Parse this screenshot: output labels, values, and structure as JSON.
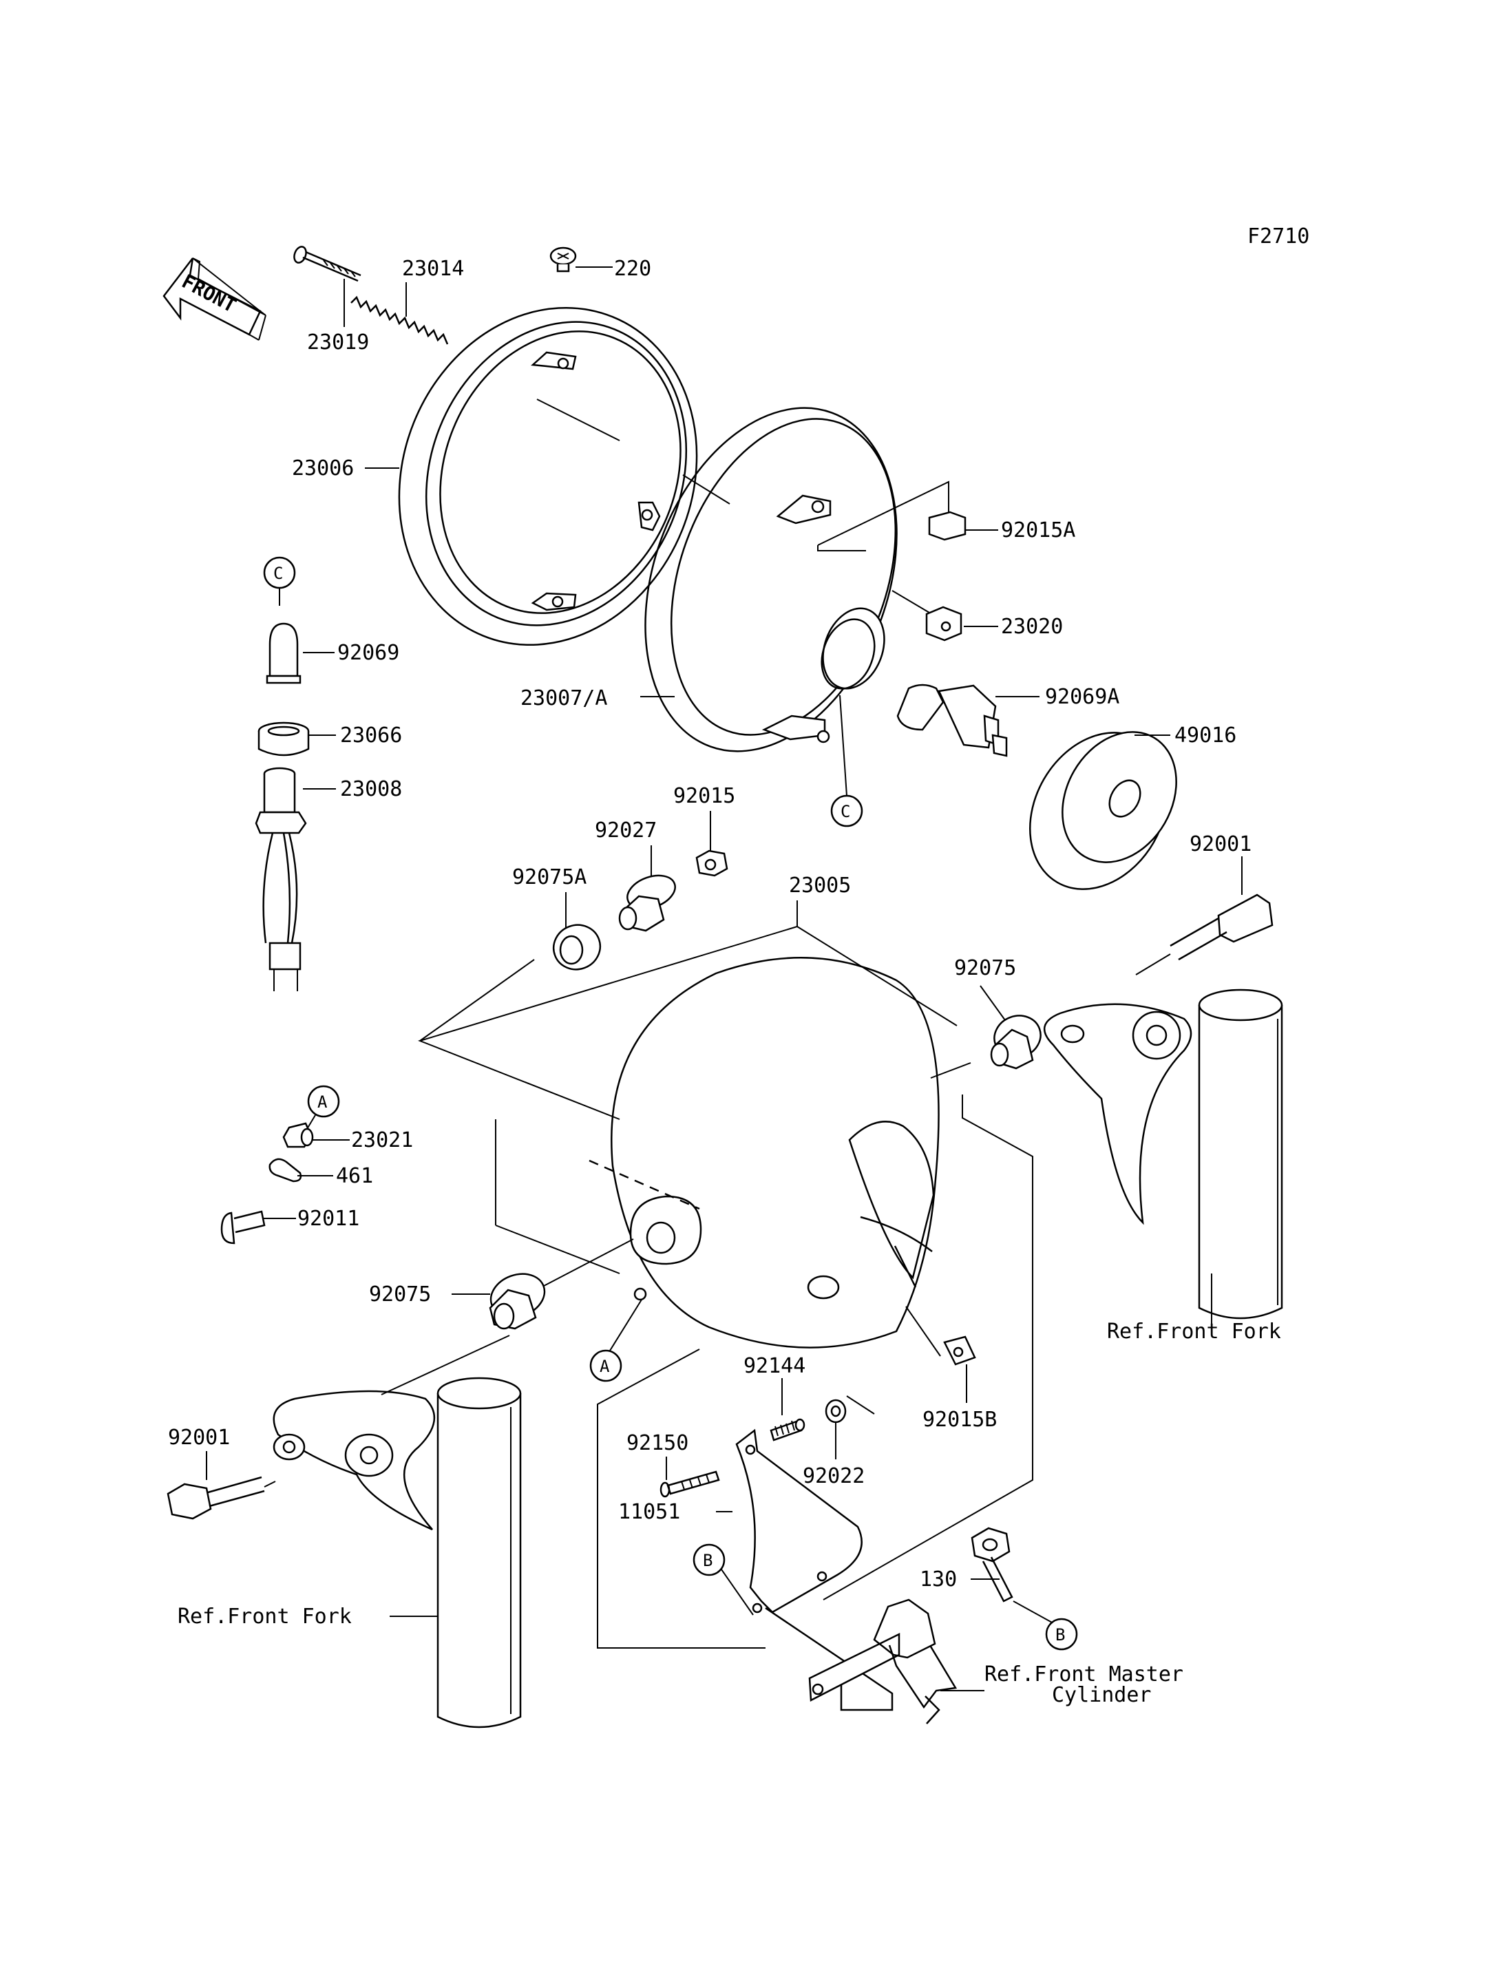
{
  "figure_code": "F2710",
  "front_arrow_label": "FRONT",
  "labels": {
    "p23019": "23019",
    "p23014": "23014",
    "p220": "220",
    "p23006": "23006",
    "p92015A": "92015A",
    "p23020": "23020",
    "p92069": "92069",
    "p23066": "23066",
    "p23008": "23008",
    "p23007A": "23007/A",
    "p92069A": "92069A",
    "p49016": "49016",
    "p92015": "92015",
    "p92027": "92027",
    "p92075A": "92075A",
    "p23005": "23005",
    "p92001_right": "92001",
    "p92075_right": "92075",
    "p23021": "23021",
    "p461": "461",
    "p92011": "92011",
    "p92075_left": "92075",
    "ref_front_fork_right": "Ref.Front Fork",
    "p92144": "92144",
    "p92015B": "92015B",
    "p92150": "92150",
    "p92022": "92022",
    "p92001_left": "92001",
    "p11051": "11051",
    "p130": "130",
    "ref_front_fork_left": "Ref.Front Fork",
    "ref_master_line1": "Ref.Front Master",
    "ref_master_line2": "Cylinder"
  },
  "callouts": {
    "c_top": "C",
    "c_bottom": "C",
    "a_top": "A",
    "a_bottom": "A",
    "b_left": "B",
    "b_right": "B"
  }
}
